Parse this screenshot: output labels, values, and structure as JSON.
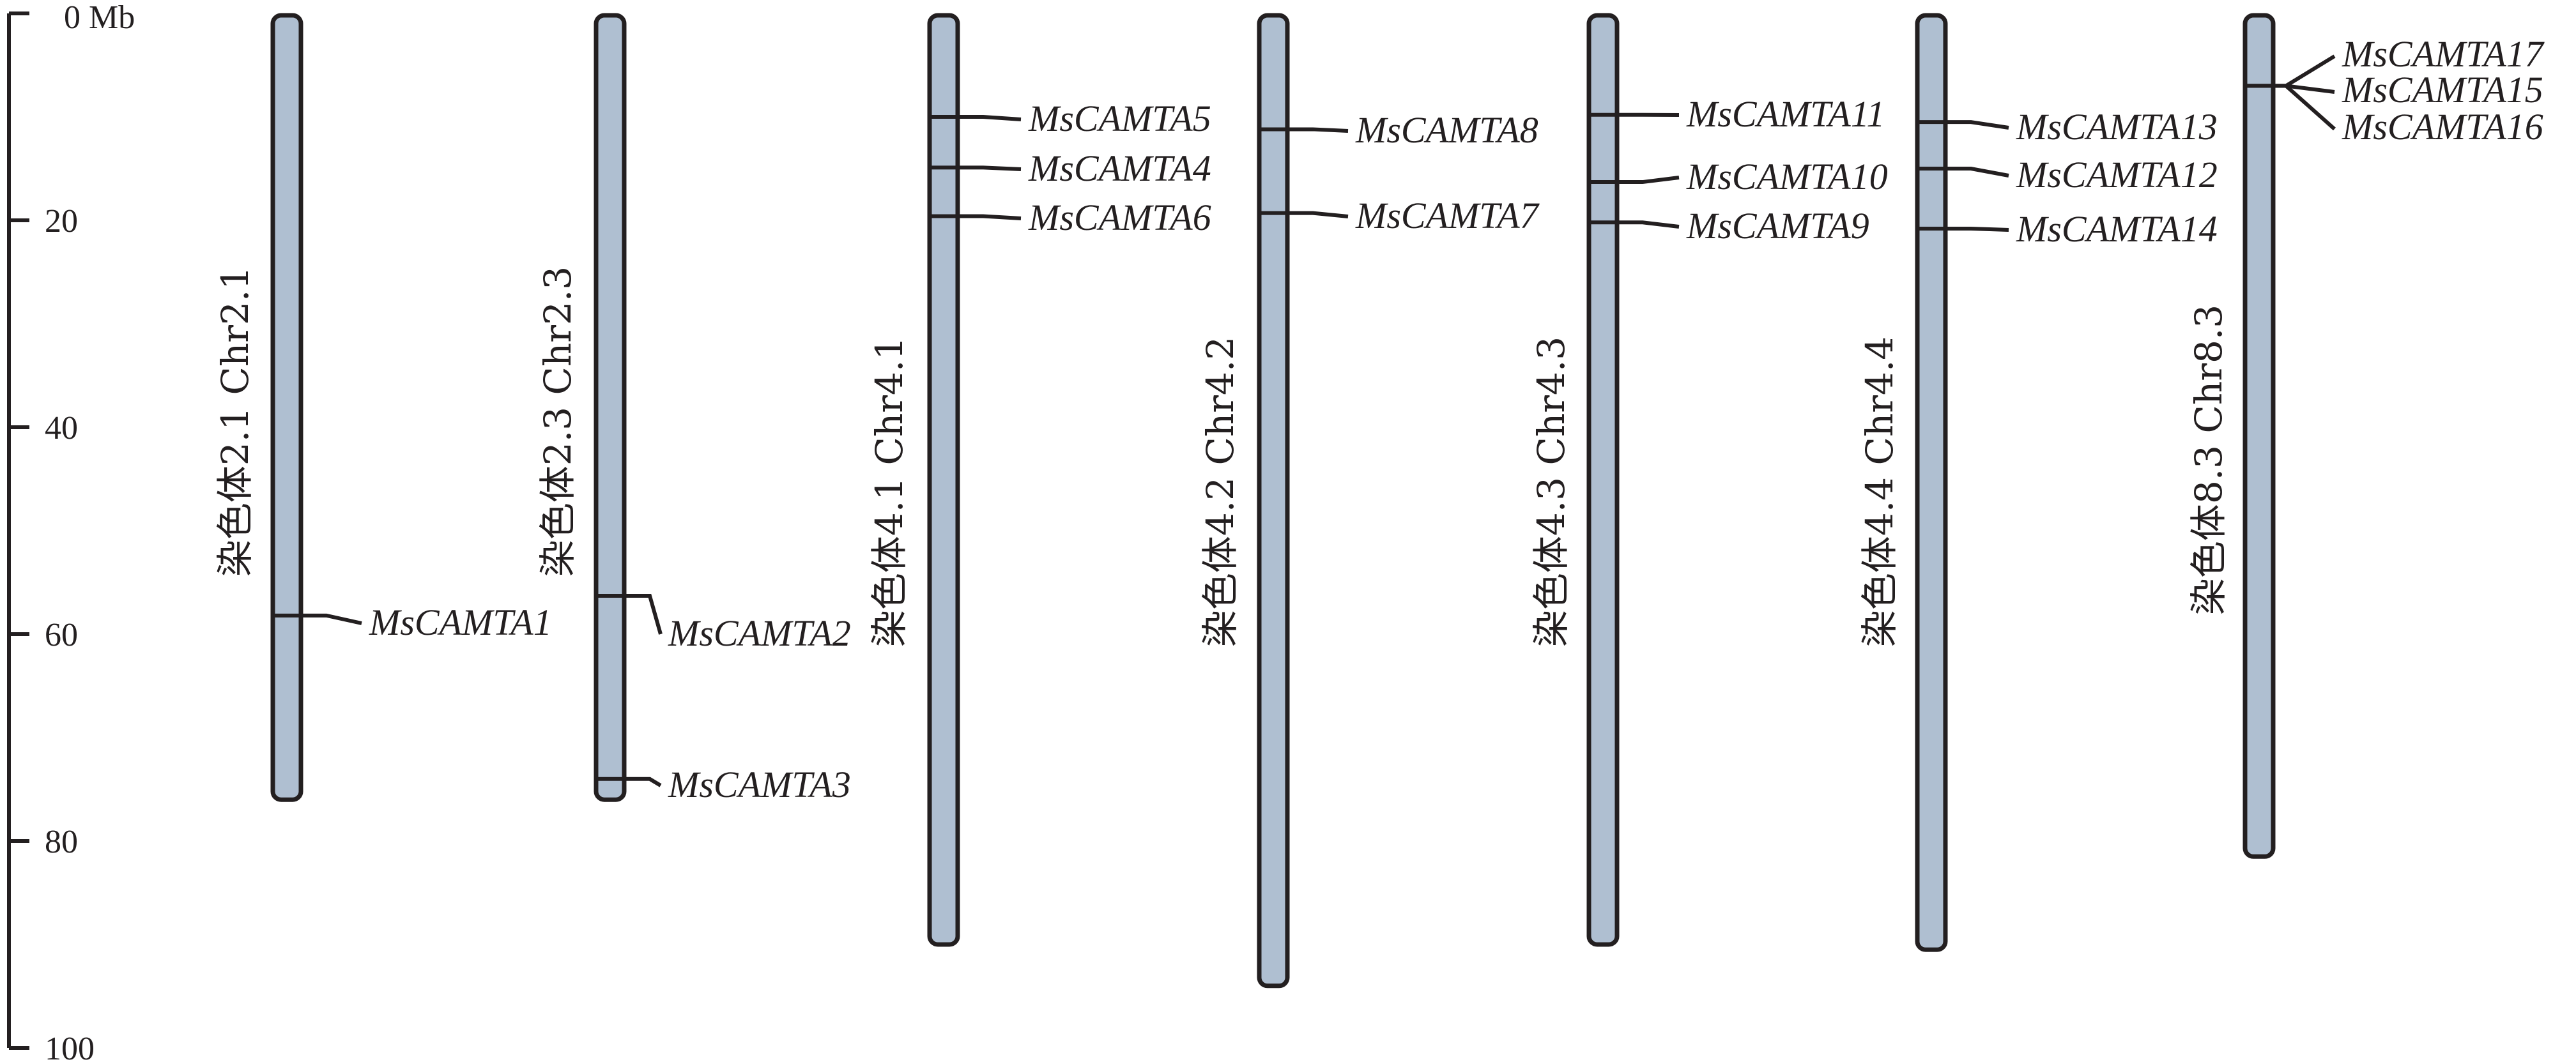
{
  "colors": {
    "chromosome_fill": "#afbfd1",
    "stroke": "#231f20",
    "background": "#ffffff"
  },
  "axis": {
    "unit_label": "0 Mb",
    "ticks": [
      {
        "value": 0,
        "label": ""
      },
      {
        "value": 20,
        "label": "20"
      },
      {
        "value": 40,
        "label": "40"
      },
      {
        "value": 60,
        "label": "60"
      },
      {
        "value": 80,
        "label": "80"
      },
      {
        "value": 100,
        "label": "100"
      }
    ]
  },
  "chromosomes": [
    {
      "id": "chr2-1",
      "label": "染色体2.1 Chr2.1",
      "length_mb": 76,
      "genes": [
        {
          "name": "MsCAMTA1",
          "position_mb": 58.2
        }
      ]
    },
    {
      "id": "chr2-3",
      "label": "染色体2.3 Chr2.3",
      "length_mb": 76,
      "genes": [
        {
          "name": "MsCAMTA2",
          "position_mb": 56.3
        },
        {
          "name": "MsCAMTA3",
          "position_mb": 74.0
        }
      ]
    },
    {
      "id": "chr4-1",
      "label": "染色体4.1 Chr4.1",
      "length_mb": 90,
      "genes": [
        {
          "name": "MsCAMTA5",
          "position_mb": 10.0
        },
        {
          "name": "MsCAMTA4",
          "position_mb": 14.9
        },
        {
          "name": "MsCAMTA6",
          "position_mb": 19.6
        }
      ]
    },
    {
      "id": "chr4-2",
      "label": "染色体4.2 Chr4.2",
      "length_mb": 94,
      "genes": [
        {
          "name": "MsCAMTA8",
          "position_mb": 11.2
        },
        {
          "name": "MsCAMTA7",
          "position_mb": 19.3
        }
      ]
    },
    {
      "id": "chr4-3",
      "label": "染色体4.3 Chr4.3",
      "length_mb": 90,
      "genes": [
        {
          "name": "MsCAMTA11",
          "position_mb": 9.8
        },
        {
          "name": "MsCAMTA10",
          "position_mb": 16.3
        },
        {
          "name": "MsCAMTA9",
          "position_mb": 20.2
        }
      ]
    },
    {
      "id": "chr4-4",
      "label": "染色体4.4 Chr4.4",
      "length_mb": 90.5,
      "genes": [
        {
          "name": "MsCAMTA13",
          "position_mb": 10.5
        },
        {
          "name": "MsCAMTA12",
          "position_mb": 15.0
        },
        {
          "name": "MsCAMTA14",
          "position_mb": 20.8
        }
      ]
    },
    {
      "id": "chr8-3",
      "label": "染色体8.3  Chr8.3",
      "length_mb": 81.5,
      "genes": [
        {
          "name": "MsCAMTA17",
          "position_mb": 7.0
        },
        {
          "name": "MsCAMTA15",
          "position_mb": 7.0
        },
        {
          "name": "MsCAMTA16",
          "position_mb": 7.0
        }
      ]
    }
  ]
}
